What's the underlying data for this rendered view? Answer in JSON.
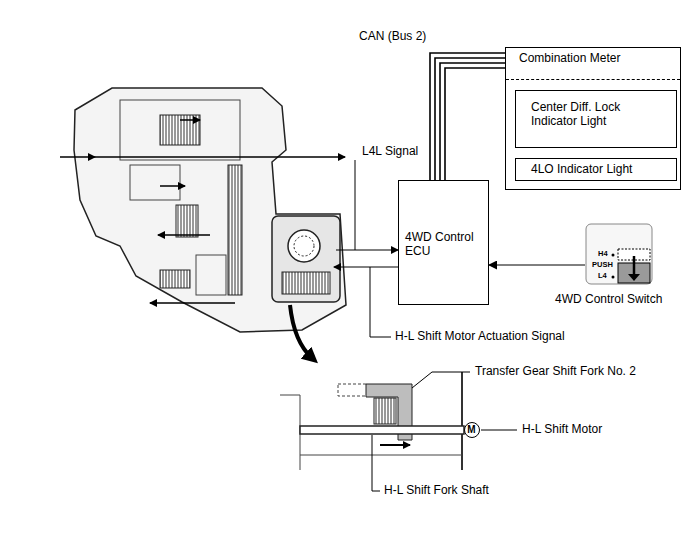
{
  "diagram": {
    "nodes": [
      {
        "text": [
          "Combination Meter"
        ]
      },
      {
        "text": [
          "Center Diff. Lock Indicator Light"
        ],
        "in": 0
      },
      {
        "text": [
          "4LO Indicator Light"
        ],
        "in": 0
      },
      {
        "text": [
          "4WD Control ECU"
        ]
      },
      {
        "text": [
          "H4",
          "PUSH",
          "L4",
          "4WD Control Switch"
        ]
      },
      {
        "text": [
          "M"
        ]
      }
    ],
    "edges": [
      {
        "from": 3,
        "to": 0,
        "arrow": "none",
        "label": "CAN (Bus 2)"
      },
      {
        "from": 4,
        "to": 3,
        "arrow": "to"
      }
    ],
    "labels": [
      "L4L Signal",
      "H-L Shift Motor Actuation Signal",
      "Transfer Gear Shift Fork No. 2",
      "H-L Shift Motor",
      "H-L Shift Fork Shaft"
    ]
  }
}
